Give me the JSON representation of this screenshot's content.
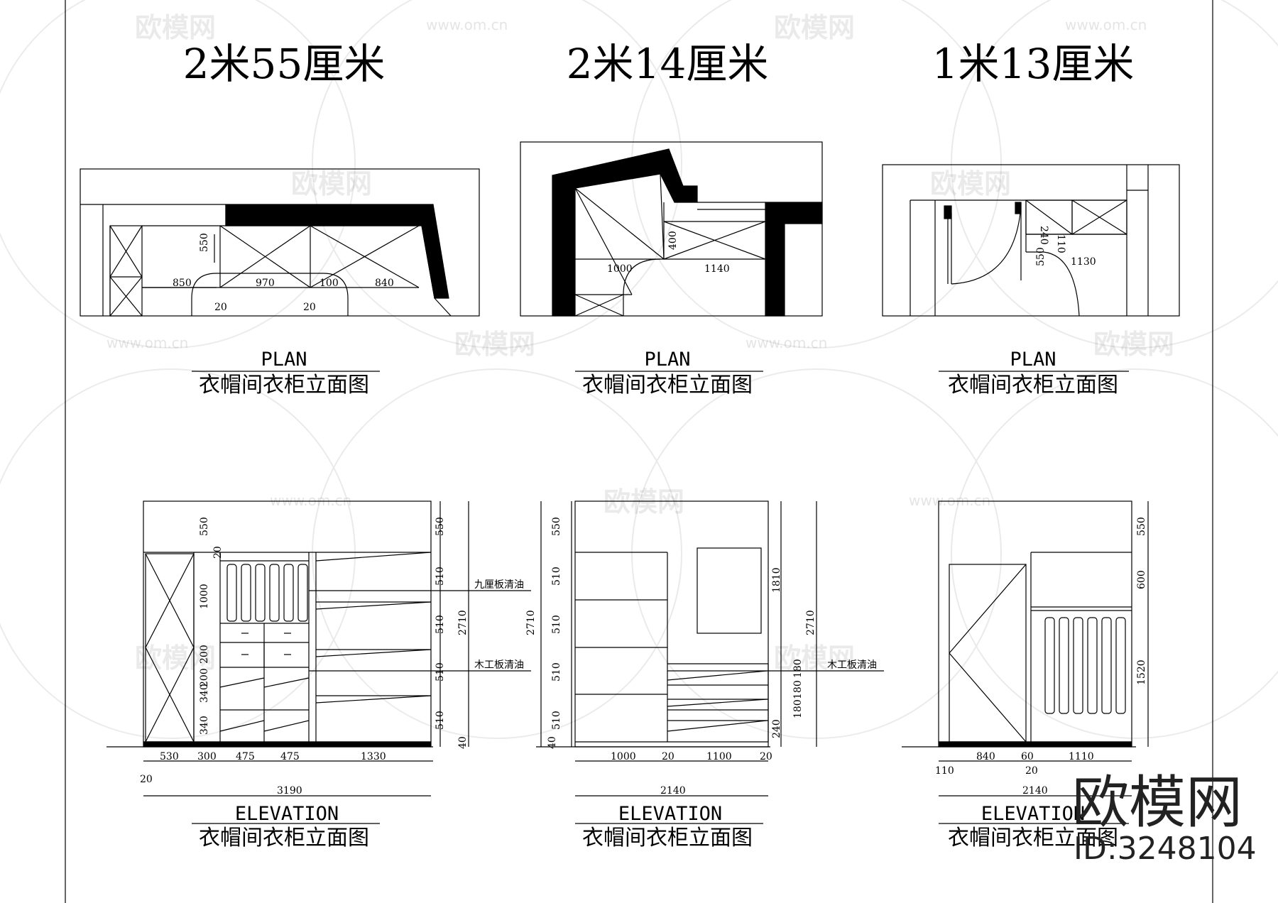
{
  "panels": [
    {
      "id": "left",
      "size_title": "2米55厘米",
      "plan_label": "PLAN",
      "plan_caption": "衣帽间衣柜立面图",
      "elev_label": "ELEVATION",
      "elev_caption": "衣帽间衣柜立面图"
    },
    {
      "id": "center",
      "size_title": "2米14厘米",
      "plan_label": "PLAN",
      "plan_caption": "衣帽间衣柜立面图",
      "elev_label": "ELEVATION",
      "elev_caption": "衣帽间衣柜立面图"
    },
    {
      "id": "right",
      "size_title": "1米13厘米",
      "plan_label": "PLAN",
      "plan_caption": "衣帽间衣柜立面图",
      "elev_label": "ELEVATION",
      "elev_caption": "衣帽间衣柜立面图"
    }
  ],
  "plan_dims": {
    "left": [
      "550",
      "850",
      "970",
      "100",
      "840",
      "20",
      "20"
    ],
    "center": [
      "400",
      "1000",
      "1140"
    ],
    "right": [
      "240",
      "110",
      "550",
      "1130"
    ]
  },
  "elev_dims": {
    "left_vertical": [
      "550",
      "20",
      "1000",
      "200",
      "200",
      "340",
      "340",
      "550",
      "510",
      "510",
      "510",
      "510",
      "2710",
      "40"
    ],
    "left_horizontal": [
      "530",
      "300",
      "475",
      "475",
      "1330",
      "20",
      "3190"
    ],
    "left_notes": [
      "九厘板清油",
      "木工板清油"
    ],
    "center_vertical": [
      "550",
      "510",
      "510",
      "510",
      "510",
      "2710",
      "1810",
      "180",
      "180",
      "180",
      "240",
      "2710",
      "40"
    ],
    "center_horizontal": [
      "1000",
      "20",
      "1100",
      "20",
      "2140"
    ],
    "center_notes": [
      "木工板清油"
    ],
    "right_vertical": [
      "550",
      "600",
      "1520"
    ],
    "right_horizontal": [
      "110",
      "840",
      "60",
      "20",
      "1110",
      "2140"
    ]
  },
  "watermark": {
    "brand": "欧模网",
    "url": "www.om.cn",
    "id": "ID:3248104"
  }
}
